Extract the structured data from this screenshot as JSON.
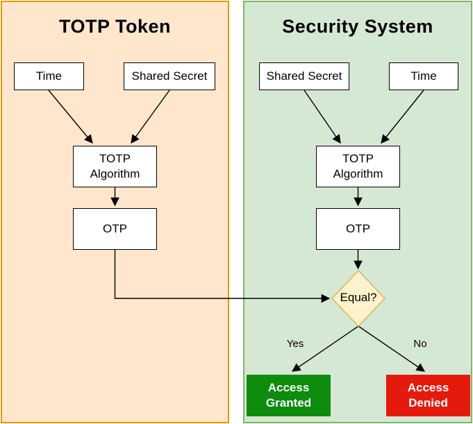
{
  "page": {
    "background": "#FFFFFF"
  },
  "left_panel": {
    "title": "TOTP Token",
    "fill": "#FFE6CC",
    "border_color": "#D79B00",
    "nodes": {
      "time": {
        "label": "Time"
      },
      "shared_secret": {
        "label": "Shared Secret"
      },
      "algorithm": {
        "line1": "TOTP",
        "line2": "Algorithm"
      },
      "otp": {
        "label": "OTP"
      }
    }
  },
  "right_panel": {
    "title": "Security System",
    "fill": "#D5E8D4",
    "border_color": "#82B366",
    "nodes": {
      "shared_secret": {
        "label": "Shared Secret"
      },
      "time": {
        "label": "Time"
      },
      "algorithm": {
        "line1": "TOTP",
        "line2": "Algorithm"
      },
      "otp": {
        "label": "OTP"
      },
      "equal": {
        "label": "Equal?",
        "fill": "#FFF2CC",
        "border_color": "#D6B656"
      },
      "access_granted": {
        "line1": "Access",
        "line2": "Granted",
        "fill": "#0E8C0E",
        "text_color": "#FFFFFF"
      },
      "access_denied": {
        "line1": "Access",
        "line2": "Denied",
        "fill": "#E41B0C",
        "text_color": "#FFFFFF"
      }
    },
    "edge_labels": {
      "yes": "Yes",
      "no": "No"
    }
  },
  "shape_style": {
    "node_fill": "#FFFFFF",
    "node_border": "#000000",
    "connector_color": "#000000",
    "text_color": "#000000"
  }
}
